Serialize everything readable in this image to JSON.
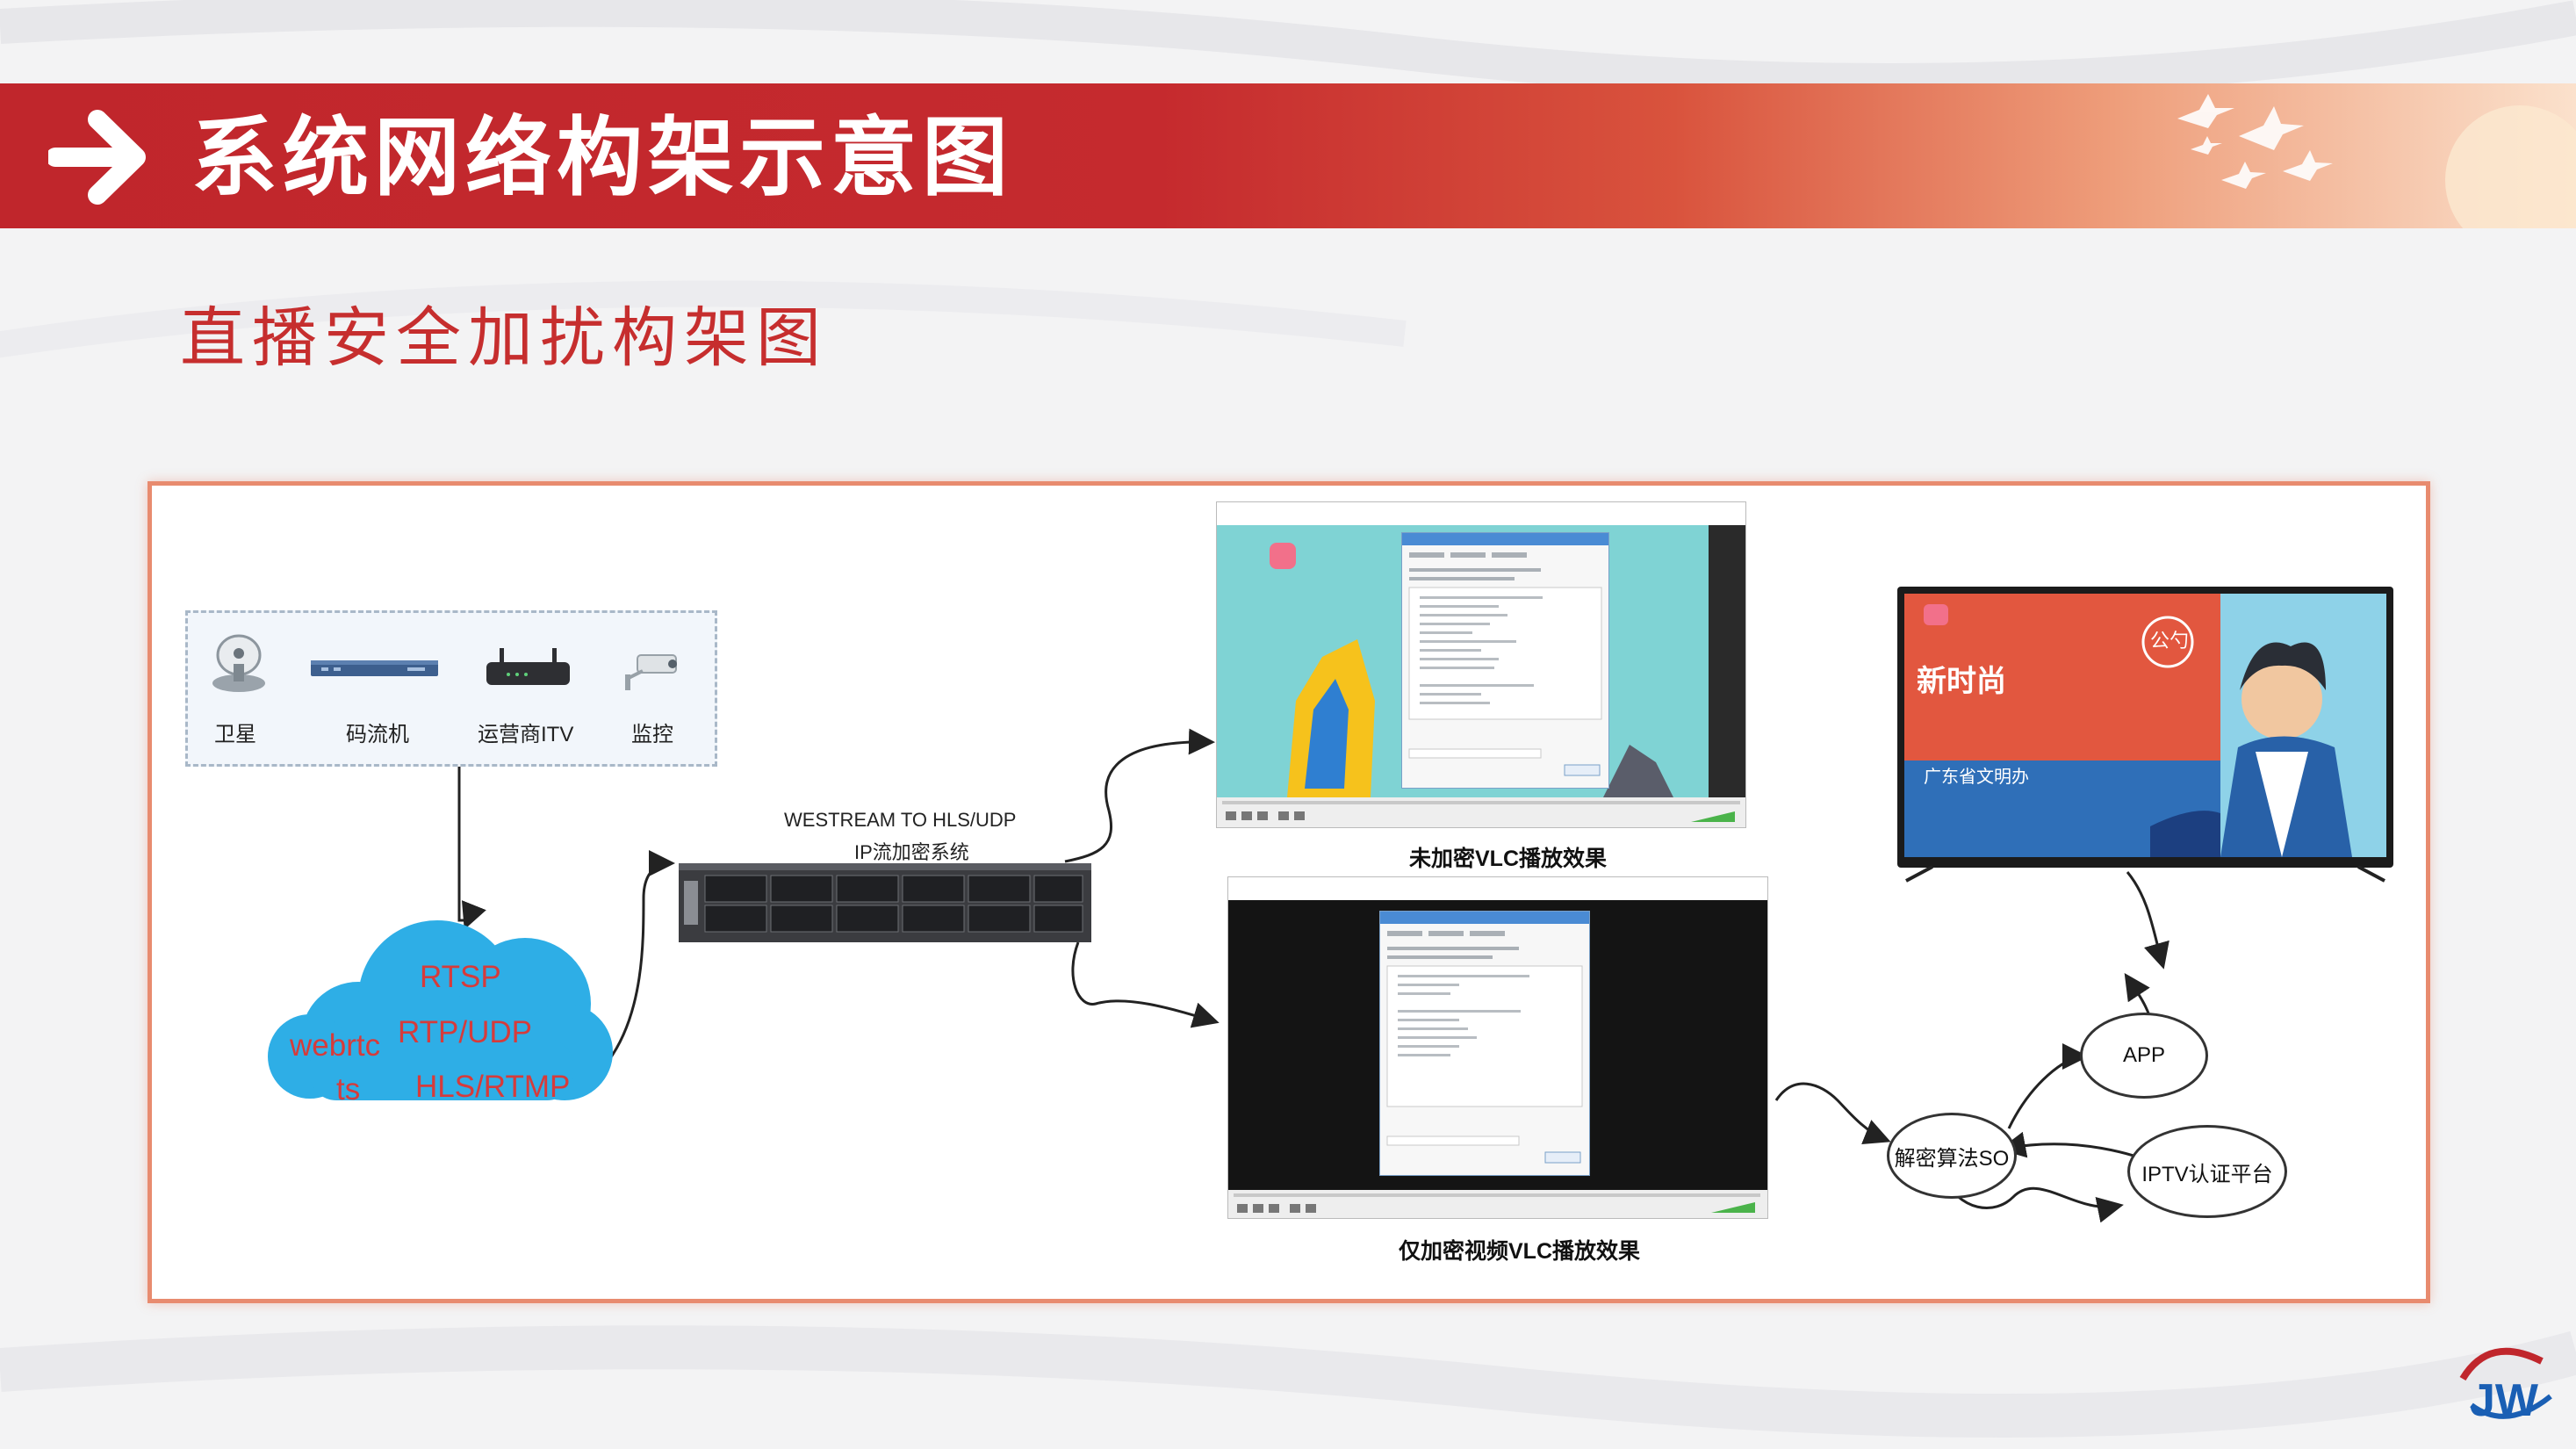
{
  "header": {
    "title": "系统网络构架示意图"
  },
  "subtitle": "直播安全加扰构架图",
  "sources": {
    "items": [
      {
        "label": "卫星",
        "icon": "satellite-dish-icon"
      },
      {
        "label": "码流机",
        "icon": "encoder-rack-icon"
      },
      {
        "label": "运营商ITV",
        "icon": "router-icon"
      },
      {
        "label": "监控",
        "icon": "camera-icon"
      }
    ]
  },
  "cloud": {
    "left_labels": [
      "webrtc",
      "ts"
    ],
    "right_labels": [
      "RTSP",
      "RTP/UDP",
      "HLS/RTMP"
    ]
  },
  "server": {
    "label_line1": "WESTREAM TO HLS/UDP",
    "label_line2": "IP流加密系统"
  },
  "screens": {
    "unencrypted_caption": "未加密VLC播放效果",
    "video_encrypted_caption": "仅加密视频VLC播放效果"
  },
  "tv": {
    "banner_text": "新时尚",
    "sub_text": "广东省文明办",
    "badge_text": "公勺"
  },
  "nodes": {
    "app": "APP",
    "decrypt": "解密算法SO",
    "iptv": "IPTV认证平台"
  },
  "colors": {
    "header_red": "#c0262c",
    "title_red": "#c62e2e",
    "cloud_blue": "#2eaee6",
    "frame_border": "#e88b6f"
  },
  "logo": {
    "text": "JW"
  }
}
